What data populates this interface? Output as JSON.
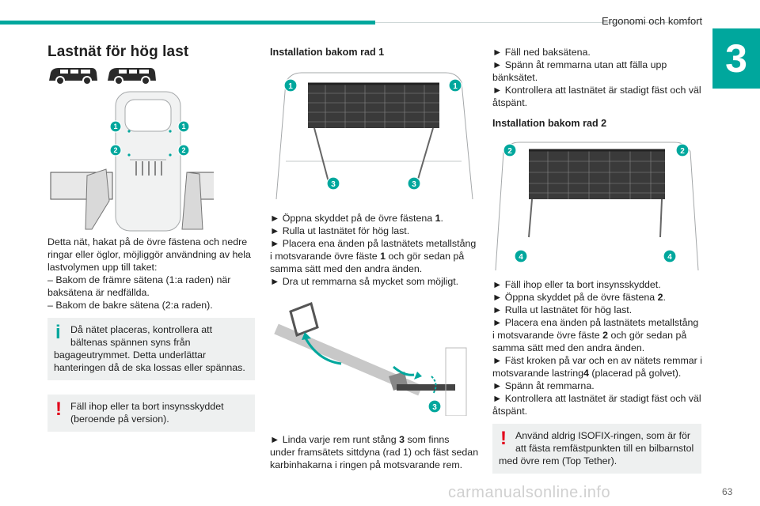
{
  "header": {
    "section_title": "Ergonomi och komfort",
    "chapter_number": "3",
    "accent_color": "#00a79d"
  },
  "col1": {
    "title": "Lastnät för hög last",
    "intro_lines": [
      "Detta nät, hakat på de övre fästena och nedre",
      "ringar eller öglor, möjliggör användning av hela",
      "lastvolymen upp till taket:",
      "– Bakom de främre sätena (1:a raden) när",
      "baksätena är nedfällda.",
      "– Bakom de bakre sätena (2:a raden)."
    ],
    "info_first": "Då nätet placeras, kontrollera att",
    "info_second": "bältenas spännen syns från",
    "info_rest": [
      "bagageutrymmet. Detta underlättar",
      "hanteringen då de ska lossas eller spännas."
    ],
    "warn_lines": [
      "Fäll ihop eller ta bort insynsskyddet",
      "(beroende på version)."
    ],
    "markers": [
      "1",
      "1",
      "2",
      "2"
    ]
  },
  "col2": {
    "title": "Installation bakom rad 1",
    "markers": [
      "1",
      "1",
      "3",
      "3",
      "3"
    ],
    "lines_a": [
      [
        "► Öppna skyddet på de övre fästena ",
        "1",
        "."
      ],
      [
        "► Rulla ut lastnätet för hög last.",
        "",
        ""
      ],
      [
        "► Placera ena änden på lastnätets metallstång",
        "",
        ""
      ],
      [
        "i motsvarande övre fäste ",
        "1",
        " och gör sedan på"
      ],
      [
        "samma sätt med den andra änden.",
        "",
        ""
      ],
      [
        "► Dra ut remmarna så mycket som möjligt.",
        "",
        ""
      ]
    ],
    "lines_b": [
      [
        "► Linda varje rem runt stång ",
        "3",
        " som finns"
      ],
      [
        "under framsätets sittdyna (rad 1) och fäst sedan",
        "",
        ""
      ],
      [
        "karbinhakarna i ringen på motsvarande rem.",
        "",
        ""
      ]
    ]
  },
  "col3": {
    "lines_a": [
      "► Fäll ned baksätena.",
      "► Spänn åt remmarna utan att fälla upp",
      "bänksätet.",
      "► Kontrollera att lastnätet är stadigt fäst och väl",
      "åtspänt."
    ],
    "title2": "Installation bakom rad 2",
    "markers": [
      "2",
      "2",
      "4",
      "4"
    ],
    "lines_b": [
      [
        "► Fäll ihop eller ta bort insynsskyddet.",
        "",
        ""
      ],
      [
        "► Öppna skyddet på de övre fästena ",
        "2",
        "."
      ],
      [
        "► Rulla ut lastnätet för hög last.",
        "",
        ""
      ],
      [
        "► Placera ena änden på lastnätets metallstång",
        "",
        ""
      ],
      [
        "i motsvarande övre fäste ",
        "2",
        " och gör sedan på"
      ],
      [
        "samma sätt med den andra änden.",
        "",
        ""
      ],
      [
        "► Fäst kroken på var och en av nätets remmar i",
        "",
        ""
      ],
      [
        "motsvarande lastring",
        "4",
        " (placerad på golvet)."
      ],
      [
        "► Spänn åt remmarna.",
        "",
        ""
      ],
      [
        "► Kontrollera att lastnätet är stadigt fäst och väl",
        "",
        ""
      ],
      [
        "åtspänt.",
        "",
        ""
      ]
    ],
    "warn_first": "Använd aldrig ISOFIX-ringen, som är för",
    "warn_second": "att fästa remfästpunkten till en bilbarnstol",
    "warn_rest": [
      "med övre rem (Top Tether)."
    ]
  },
  "footer": {
    "page_number": "63",
    "watermark": "carmanualsonline.info"
  }
}
